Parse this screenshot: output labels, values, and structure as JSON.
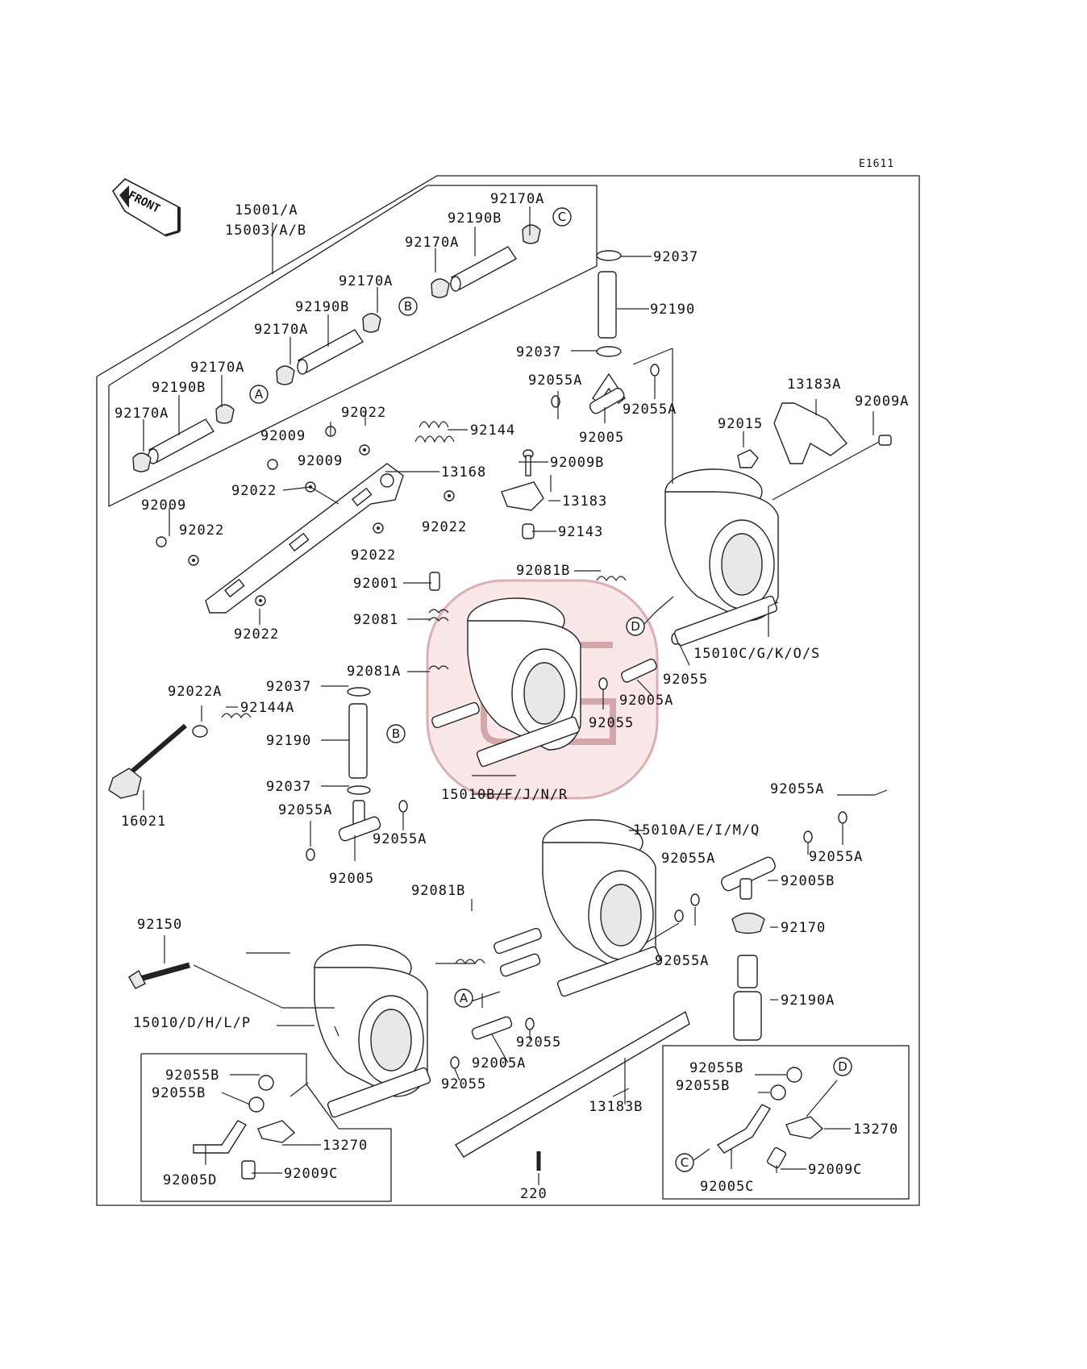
{
  "diagram_code": "E1611",
  "front_label": "FRONT",
  "callouts": [
    {
      "id": "c1",
      "text": "15001/A"
    },
    {
      "id": "c2",
      "text": "15003/A/B"
    },
    {
      "id": "c3",
      "text": "92170A"
    },
    {
      "id": "c4",
      "text": "92190B"
    },
    {
      "id": "c5",
      "text": "92170A"
    },
    {
      "id": "c6",
      "text": "92170A"
    },
    {
      "id": "c7",
      "text": "92190B"
    },
    {
      "id": "c8",
      "text": "92170A"
    },
    {
      "id": "c9",
      "text": "92170A"
    },
    {
      "id": "c10",
      "text": "92190B"
    },
    {
      "id": "c11",
      "text": "92170A"
    },
    {
      "id": "c12",
      "text": "92037"
    },
    {
      "id": "c13",
      "text": "92190"
    },
    {
      "id": "c14",
      "text": "92037"
    },
    {
      "id": "c15",
      "text": "92055A"
    },
    {
      "id": "c16",
      "text": "92055A"
    },
    {
      "id": "c17",
      "text": "92005"
    },
    {
      "id": "c18",
      "text": "13183A"
    },
    {
      "id": "c19",
      "text": "92009A"
    },
    {
      "id": "c20",
      "text": "92015"
    },
    {
      "id": "c21",
      "text": "92022"
    },
    {
      "id": "c22",
      "text": "92009"
    },
    {
      "id": "c23",
      "text": "92009"
    },
    {
      "id": "c24",
      "text": "92144"
    },
    {
      "id": "c25",
      "text": "92009B"
    },
    {
      "id": "c26",
      "text": "13168"
    },
    {
      "id": "c27",
      "text": "92022"
    },
    {
      "id": "c28",
      "text": "13183"
    },
    {
      "id": "c29",
      "text": "92022"
    },
    {
      "id": "c30",
      "text": "92009"
    },
    {
      "id": "c31",
      "text": "92022"
    },
    {
      "id": "c32",
      "text": "92143"
    },
    {
      "id": "c33",
      "text": "92022"
    },
    {
      "id": "c34",
      "text": "92081B"
    },
    {
      "id": "c35",
      "text": "92001"
    },
    {
      "id": "c36",
      "text": "92081"
    },
    {
      "id": "c37",
      "text": "92022"
    },
    {
      "id": "c38",
      "text": "15010C/G/K/O/S"
    },
    {
      "id": "c39",
      "text": "92081A"
    },
    {
      "id": "c40",
      "text": "92055"
    },
    {
      "id": "c41",
      "text": "92005A"
    },
    {
      "id": "c42",
      "text": "92022A"
    },
    {
      "id": "c43",
      "text": "92037"
    },
    {
      "id": "c44",
      "text": "92144A"
    },
    {
      "id": "c45",
      "text": "92055"
    },
    {
      "id": "c46",
      "text": "92190"
    },
    {
      "id": "c47",
      "text": "92037"
    },
    {
      "id": "c48",
      "text": "16021"
    },
    {
      "id": "c49",
      "text": "15010B/F/J/N/R"
    },
    {
      "id": "c50",
      "text": "92055A"
    },
    {
      "id": "c51",
      "text": "92055A"
    },
    {
      "id": "c52",
      "text": "15010A/E/I/M/Q"
    },
    {
      "id": "c53",
      "text": "92055A"
    },
    {
      "id": "c54",
      "text": "92055A"
    },
    {
      "id": "c55",
      "text": "92055A"
    },
    {
      "id": "c56",
      "text": "92005"
    },
    {
      "id": "c57",
      "text": "92005B"
    },
    {
      "id": "c58",
      "text": "92081B"
    },
    {
      "id": "c59",
      "text": "92170"
    },
    {
      "id": "c60",
      "text": "92150"
    },
    {
      "id": "c61",
      "text": "92055A"
    },
    {
      "id": "c62",
      "text": "92190A"
    },
    {
      "id": "c63",
      "text": "15010/D/H/L/P"
    },
    {
      "id": "c64",
      "text": "92055"
    },
    {
      "id": "c65",
      "text": "92005A"
    },
    {
      "id": "c66",
      "text": "92055B"
    },
    {
      "id": "c67",
      "text": "92055B"
    },
    {
      "id": "c68",
      "text": "92055"
    },
    {
      "id": "c69",
      "text": "13183B"
    },
    {
      "id": "c70",
      "text": "92055B"
    },
    {
      "id": "c71",
      "text": "92055B"
    },
    {
      "id": "c72",
      "text": "13270"
    },
    {
      "id": "c73",
      "text": "13270"
    },
    {
      "id": "c74",
      "text": "92005D"
    },
    {
      "id": "c75",
      "text": "92009C"
    },
    {
      "id": "c76",
      "text": "220"
    },
    {
      "id": "c77",
      "text": "92009C"
    },
    {
      "id": "c78",
      "text": "92005C"
    }
  ],
  "connectors": [
    {
      "id": "k1",
      "letter": "C"
    },
    {
      "id": "k2",
      "letter": "B"
    },
    {
      "id": "k3",
      "letter": "A"
    },
    {
      "id": "k4",
      "letter": "D"
    },
    {
      "id": "k5",
      "letter": "B"
    },
    {
      "id": "k6",
      "letter": "A"
    },
    {
      "id": "k7",
      "letter": "D"
    },
    {
      "id": "k8",
      "letter": "C"
    }
  ]
}
